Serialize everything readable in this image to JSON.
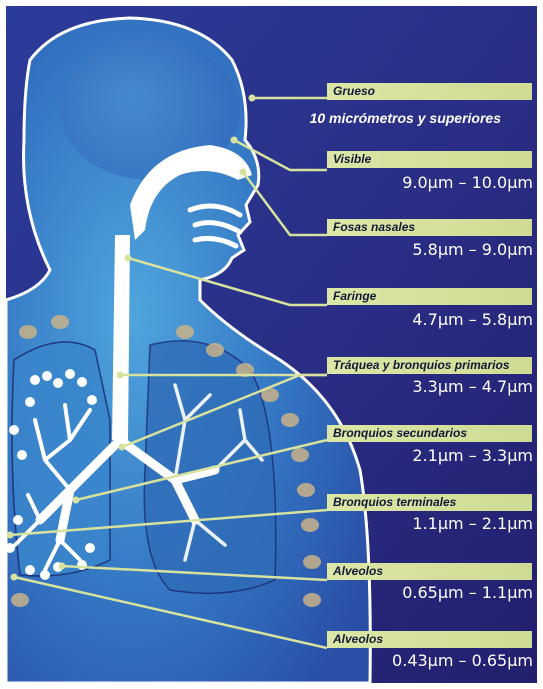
{
  "colors": {
    "bg_dark": "#2a2f86",
    "bg_light": "#3d73c7",
    "body_glow": "#4aa0d8",
    "outline": "#ffffff",
    "label_bg": "#d6e29e",
    "label_text": "#101a38",
    "spot": "#c9b28a"
  },
  "levels": [
    {
      "label": "Grueso",
      "range": "10 micrómetros y superiores"
    },
    {
      "label": "Visible",
      "range": "9.0μm – 10.0μm"
    },
    {
      "label": "Fosas nasales",
      "range": "5.8μm – 9.0μm"
    },
    {
      "label": "Faringe",
      "range": "4.7μm – 5.8μm"
    },
    {
      "label": "Tráquea y bronquios primarios",
      "range": "3.3μm – 4.7μm"
    },
    {
      "label": "Bronquios secundarios",
      "range": "2.1μm – 3.3μm"
    },
    {
      "label": "Bronquios terminales",
      "range": "1.1μm – 2.1μm"
    },
    {
      "label": "Alveolos",
      "range": "0.65μm – 1.1μm"
    },
    {
      "label": "Alveolos",
      "range": "0.43μm – 0.65μm"
    }
  ]
}
